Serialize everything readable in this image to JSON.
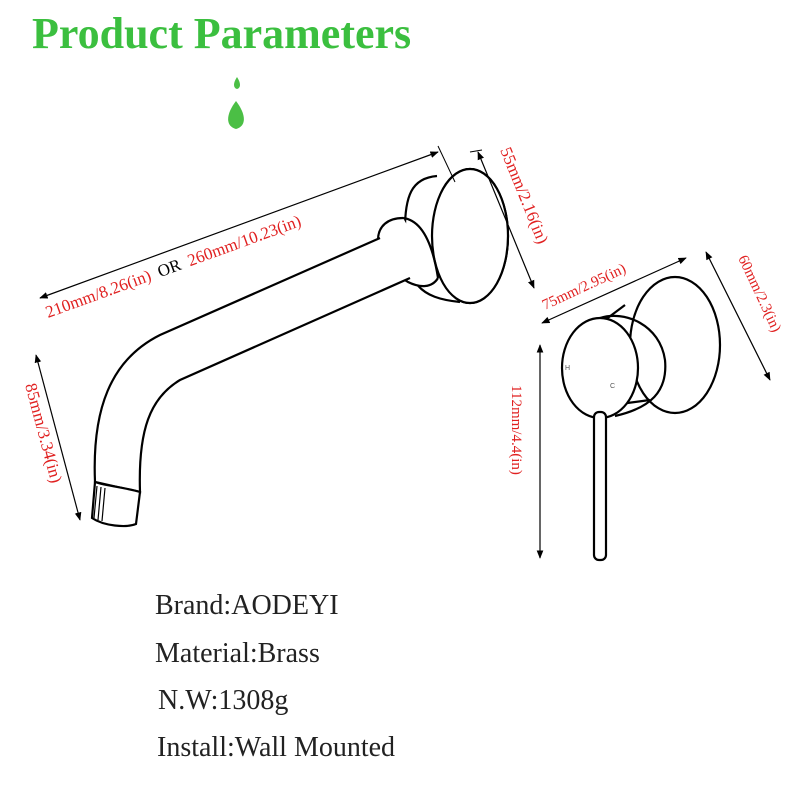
{
  "title": "Product Parameters",
  "colors": {
    "title": "#3bbf3f",
    "dimension_text": "#e02020",
    "line": "#000000"
  },
  "dimensions": {
    "spout_length_a": "210mm/8.26(in)",
    "or_word": "OR",
    "spout_length_b": "260mm/10.23(in)",
    "spout_plate_depth": "55mm/2.16(in)",
    "spout_height": "85mm/3.34(in)",
    "mixer_depth": "75mm/2.95(in)",
    "mixer_plate_diameter": "60mm/2.3(in)",
    "lever_height": "112mm/4.4(in)"
  },
  "mixer_marks": {
    "hot": "H",
    "cold": "C"
  },
  "specs": [
    {
      "label": "Brand:",
      "value": "AODEYI"
    },
    {
      "label": "Material:",
      "value": "Brass"
    },
    {
      "label": "N.W:",
      "value": "1308g"
    },
    {
      "label": "Install:",
      "value": "Wall Mounted"
    }
  ]
}
